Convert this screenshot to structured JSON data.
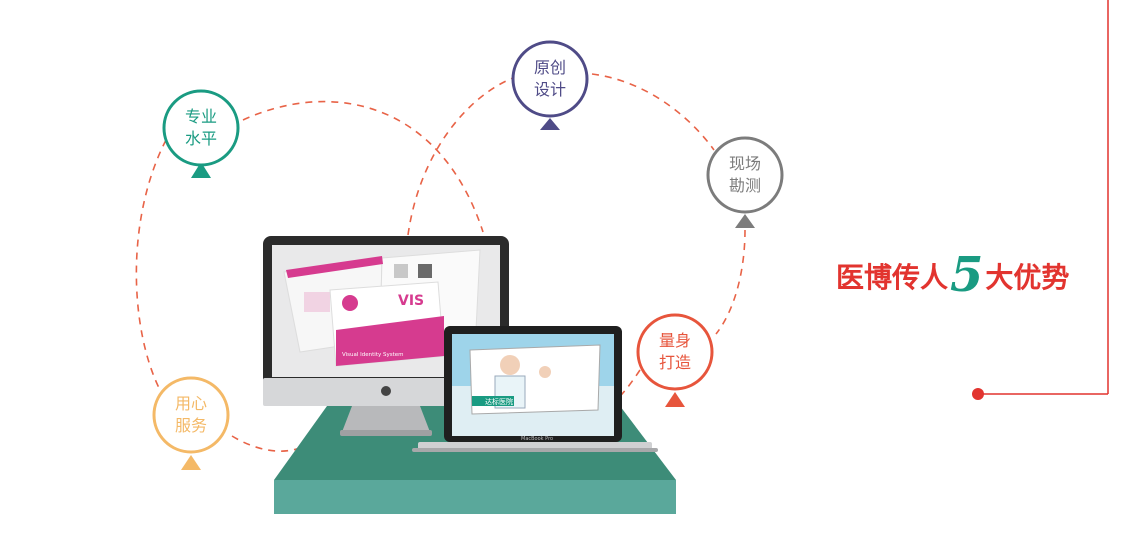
{
  "headline": {
    "prefix": "医博传人",
    "number": "5",
    "suffix": "大优势"
  },
  "features": [
    {
      "label": "专业\n水平",
      "color": "#1a9b82"
    },
    {
      "label": "原创\n设计",
      "color": "#4f4b87"
    },
    {
      "label": "现场\n勘测",
      "color": "#7c7c7c"
    },
    {
      "label": "量身\n打造",
      "color": "#e7553c"
    },
    {
      "label": "用心\n服务",
      "color": "#f4b967"
    }
  ],
  "monitor_screen": {
    "brochure_title": "VIS",
    "brochure_subtitle": "Visual Identity System"
  },
  "laptop_screen": {
    "logo_text": "达标医院",
    "model_label": "MacBook Pro"
  },
  "colors": {
    "accent_red": "#e2342f",
    "platform_top": "#3d8c78",
    "platform_side": "#5aa89b",
    "dashed_line": "#e86347"
  }
}
